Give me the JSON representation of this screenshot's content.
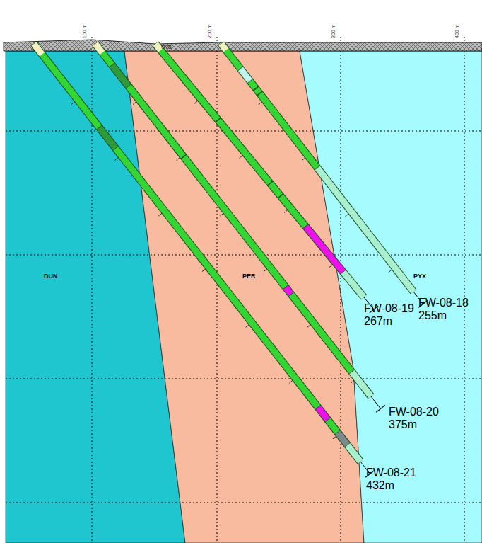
{
  "diagram": {
    "labels": [
      "100 m",
      "200 m",
      "300 m",
      "400 m",
      "OVB",
      "DUN",
      "PER",
      "PYX",
      "FW-08-18",
      "255m",
      "FW-08-19",
      "267m",
      "FW-08-20",
      "375m",
      "FW-08-21",
      "432m"
    ]
  }
}
